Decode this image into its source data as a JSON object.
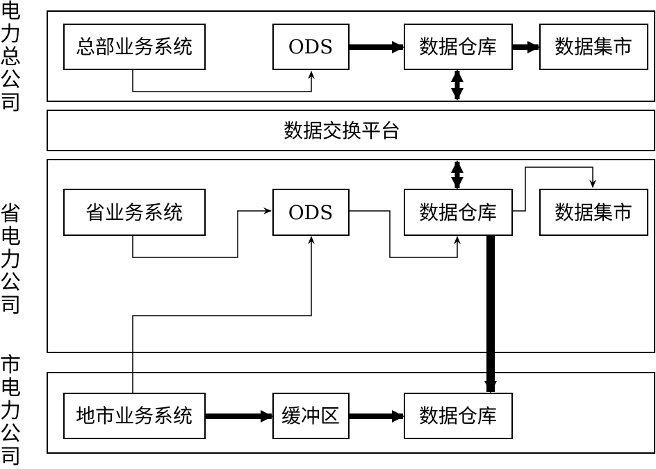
{
  "side_labels": {
    "hq": [
      "电",
      "力",
      "总",
      "公",
      "司"
    ],
    "province": [
      "省",
      "电",
      "力",
      "公",
      "司"
    ],
    "city": [
      "市",
      "电",
      "力",
      "公",
      "司"
    ]
  },
  "hq": {
    "business_system": "总部业务系统",
    "ods": "ODS",
    "warehouse": "数据仓库",
    "mart": "数据集市"
  },
  "exchange_platform": "数据交换平台",
  "province": {
    "business_system": "省业务系统",
    "ods": "ODS",
    "warehouse": "数据仓库",
    "mart": "数据集市"
  },
  "city": {
    "business_system": "地市业务系统",
    "buffer": "缓冲区",
    "warehouse": "数据仓库"
  }
}
